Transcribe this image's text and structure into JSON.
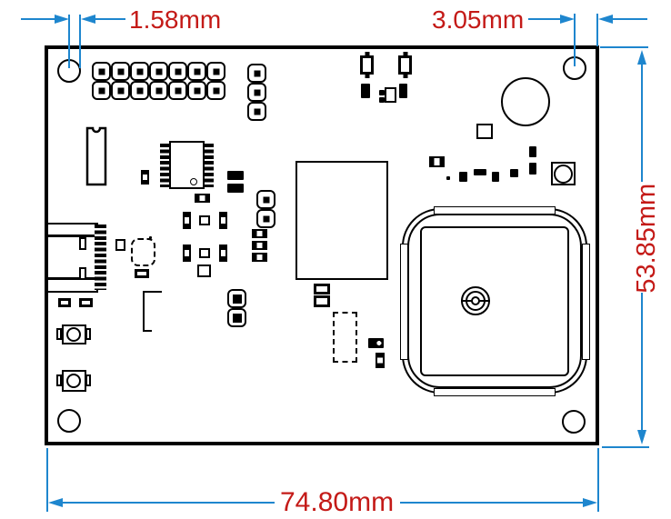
{
  "drawing": {
    "labels": {
      "dim_top_left": "1.58mm",
      "dim_top_right": "3.05mm",
      "dim_right": "53.85mm",
      "dim_bottom": "74.80mm"
    },
    "colors": {
      "dimension_lines": "#1E86CE",
      "dimension_text": "#C41A17",
      "board_outline": "#000000",
      "background": "#FFFFFF"
    }
  }
}
